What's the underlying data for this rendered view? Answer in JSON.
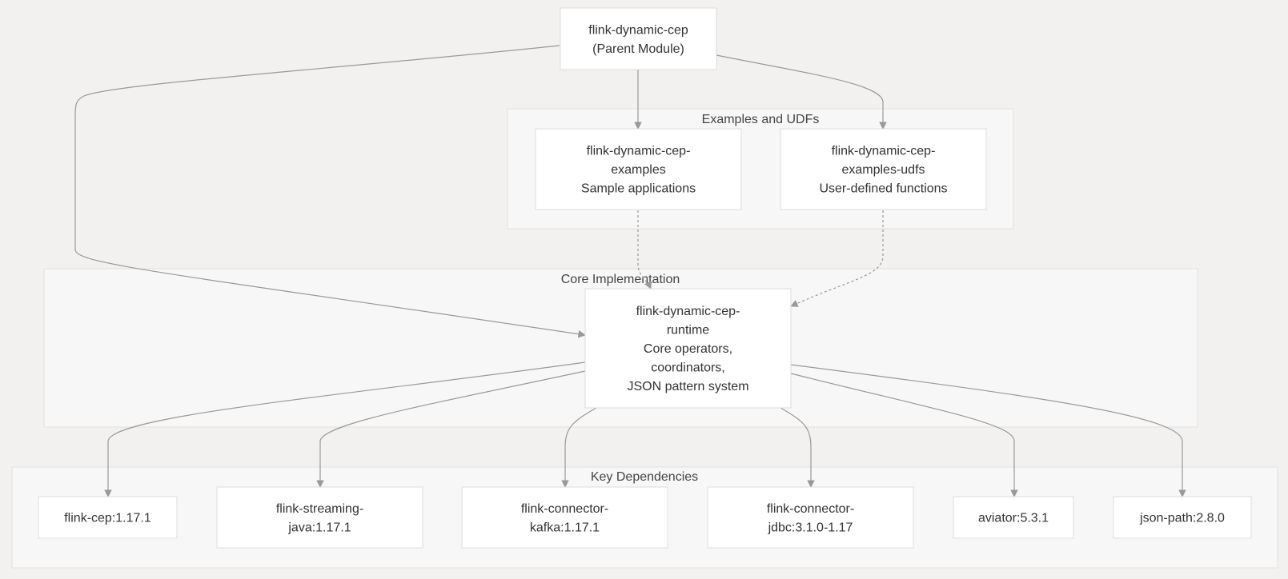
{
  "clusters": {
    "examples": {
      "label": "Examples and UDFs"
    },
    "core": {
      "label": "Core Implementation"
    },
    "deps": {
      "label": "Key Dependencies"
    }
  },
  "nodes": {
    "parent": {
      "lines": [
        "flink-dynamic-cep",
        "(Parent Module)"
      ]
    },
    "examples": {
      "lines": [
        "flink-dynamic-cep-",
        "examples",
        "Sample applications"
      ]
    },
    "udfs": {
      "lines": [
        "flink-dynamic-cep-",
        "examples-udfs",
        "User-defined functions"
      ]
    },
    "runtime": {
      "lines": [
        "flink-dynamic-cep-",
        "runtime",
        "Core operators,",
        "coordinators,",
        "JSON pattern system"
      ]
    },
    "cep": {
      "lines": [
        "flink-cep:1.17.1"
      ]
    },
    "streaming": {
      "lines": [
        "flink-streaming-",
        "java:1.17.1"
      ]
    },
    "kafka": {
      "lines": [
        "flink-connector-",
        "kafka:1.17.1"
      ]
    },
    "jdbc": {
      "lines": [
        "flink-connector-",
        "jdbc:3.1.0-1.17"
      ]
    },
    "aviator": {
      "lines": [
        "aviator:5.3.1"
      ]
    },
    "jsonpath": {
      "lines": [
        "json-path:2.8.0"
      ]
    }
  },
  "edges": [
    {
      "from": "parent",
      "to": "examples",
      "style": "solid"
    },
    {
      "from": "parent",
      "to": "udfs",
      "style": "solid"
    },
    {
      "from": "parent",
      "to": "runtime",
      "style": "solid"
    },
    {
      "from": "examples",
      "to": "runtime",
      "style": "dashed"
    },
    {
      "from": "udfs",
      "to": "runtime",
      "style": "dashed"
    },
    {
      "from": "runtime",
      "to": "cep",
      "style": "solid"
    },
    {
      "from": "runtime",
      "to": "streaming",
      "style": "solid"
    },
    {
      "from": "runtime",
      "to": "kafka",
      "style": "solid"
    },
    {
      "from": "runtime",
      "to": "jdbc",
      "style": "solid"
    },
    {
      "from": "runtime",
      "to": "aviator",
      "style": "solid"
    },
    {
      "from": "runtime",
      "to": "jsonpath",
      "style": "solid"
    }
  ]
}
